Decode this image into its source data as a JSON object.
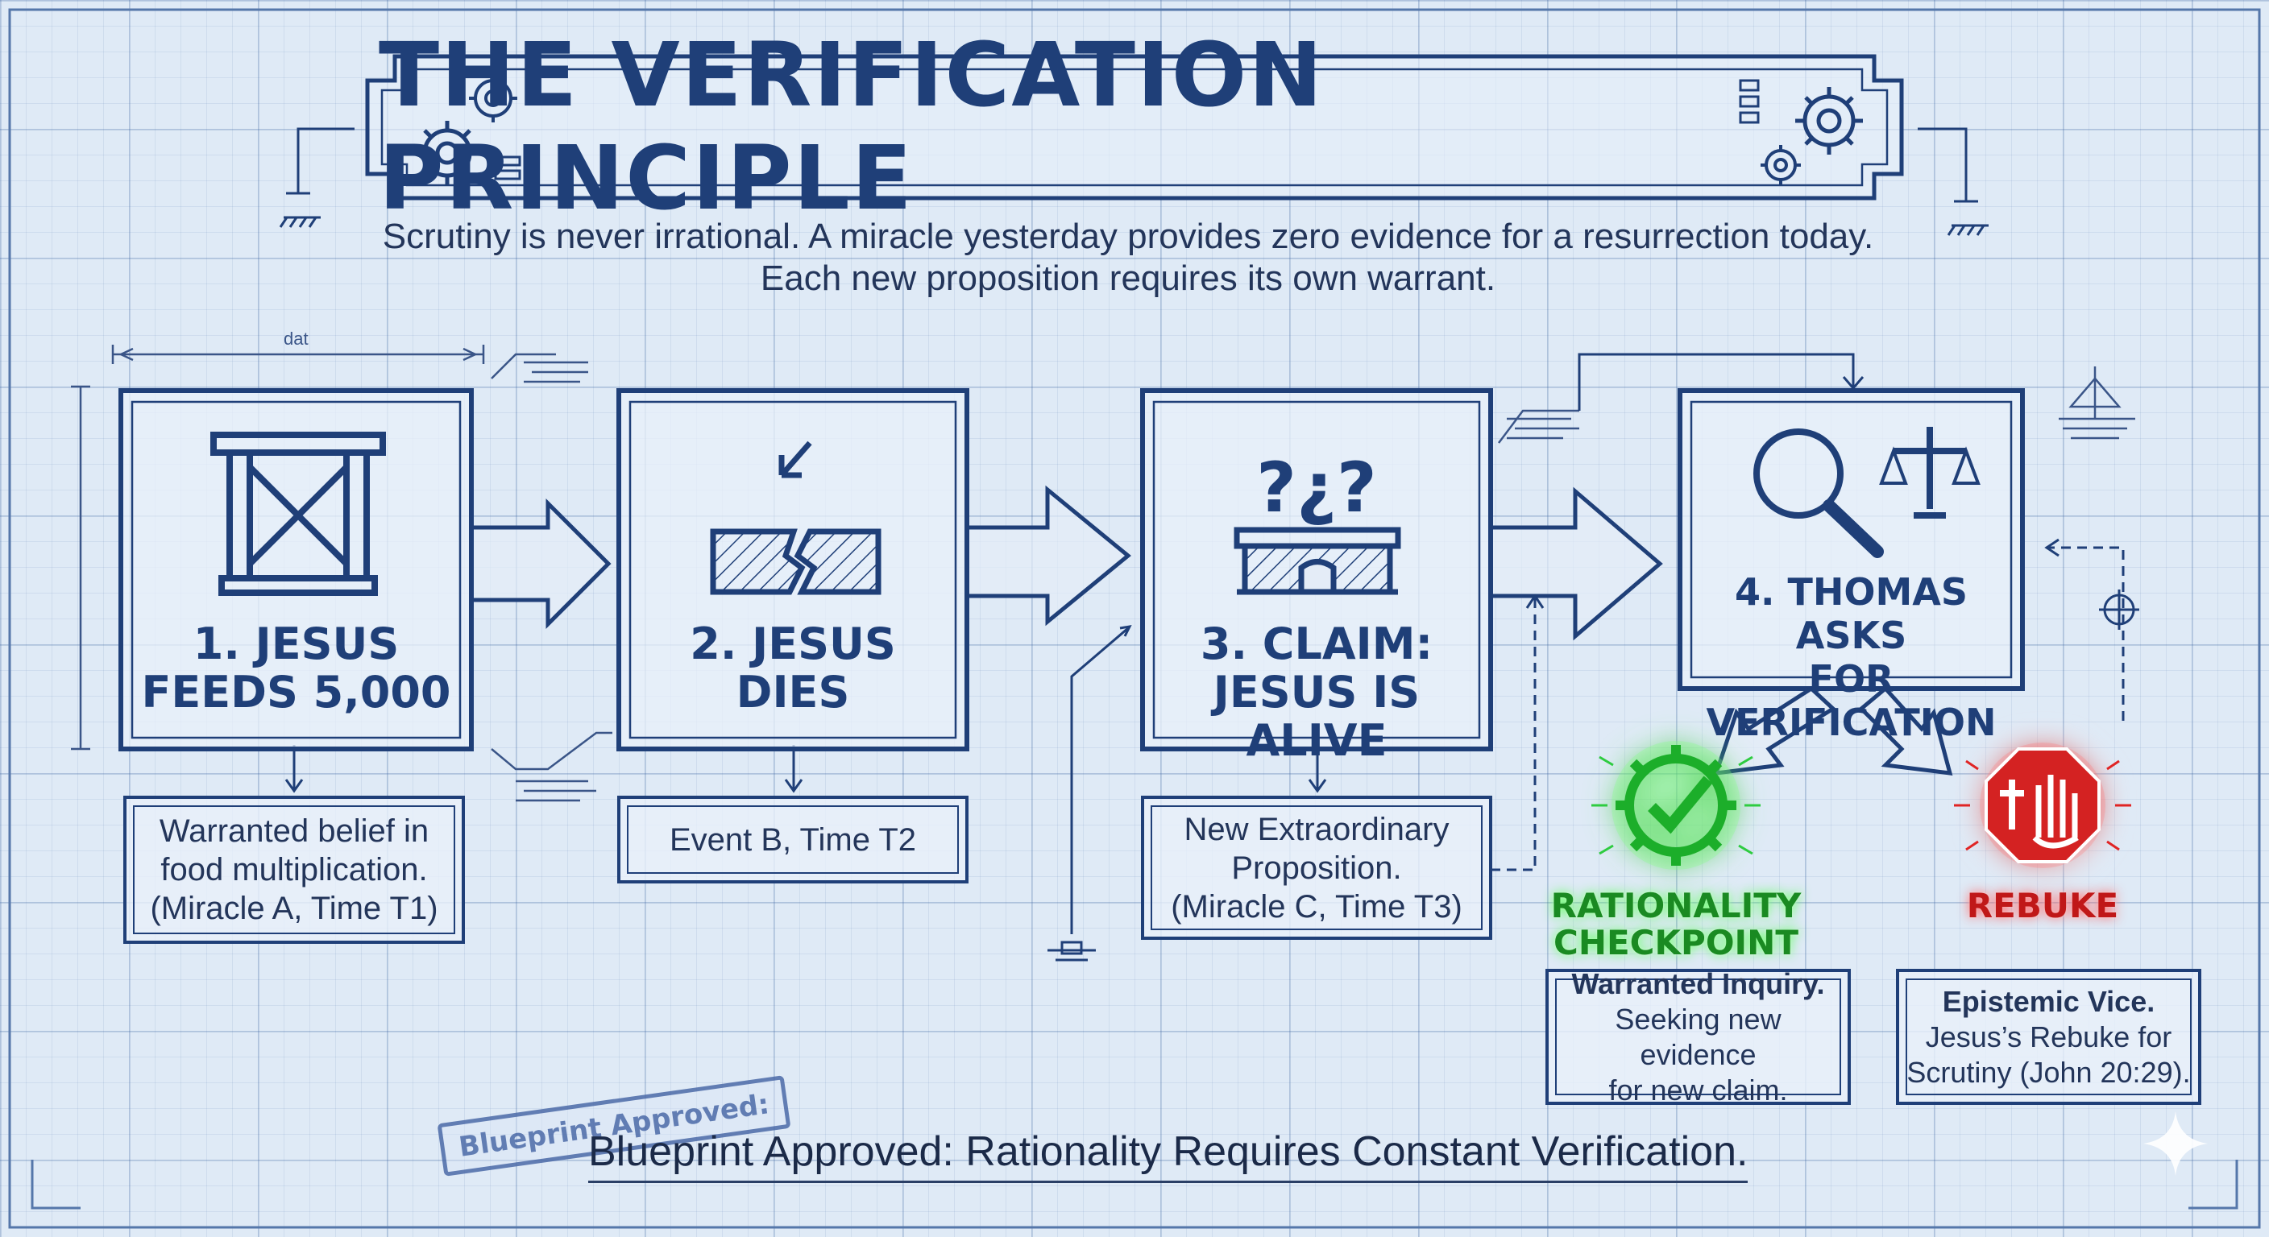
{
  "title": "THE VERIFICATION PRINCIPLE",
  "subtitle": {
    "line1": "Scrutiny is never irrational. A miracle yesterday provides zero evidence for a resurrection today.",
    "line2": "Each new proposition requires its own warrant."
  },
  "dimension_label": "dat",
  "steps": [
    {
      "title_line1": "1. JESUS",
      "title_line2": "FEEDS 5,000",
      "icon": "scaffold-frame-icon",
      "note": [
        "Warranted belief in",
        "food multiplication.",
        "(Miracle A, Time T1)"
      ]
    },
    {
      "title_line1": "2. JESUS",
      "title_line2": "DIES",
      "icon": "broken-beam-icon",
      "note": [
        "Event B, Time T2"
      ]
    },
    {
      "title_line1": "3. CLAIM:",
      "title_line2": "JESUS IS ALIVE",
      "icon": "question-marks-platform-icon",
      "note": [
        "New Extraordinary",
        "Proposition.",
        "(Miracle C, Time T3)"
      ]
    },
    {
      "title_line1": "4. THOMAS ASKS",
      "title_line2": "FOR VERIFICATION",
      "icon": "magnifier-scales-icon"
    }
  ],
  "outcomes": {
    "checkpoint": {
      "label_line1": "RATIONALITY",
      "label_line2": "CHECKPOINT",
      "icon": "gear-check-icon",
      "color": "#2ecc40",
      "note_bold": "Warranted Inquiry.",
      "note_line1": "Seeking new evidence",
      "note_line2": "for new claim."
    },
    "rebuke": {
      "label": "REBUKE",
      "icon": "stop-sign-hand-icon",
      "color": "#e02424",
      "note_bold": "Epistemic Vice.",
      "note_line1": "Jesus’s Rebuke for",
      "note_line2": "Scrutiny (John 20:29)."
    }
  },
  "footer": {
    "stamp": "Blueprint Approved:",
    "text": "Blueprint Approved: Rationality Requires Constant Verification."
  },
  "colors": {
    "ink": "#1f3f78",
    "paper": "#dfeaf6"
  }
}
